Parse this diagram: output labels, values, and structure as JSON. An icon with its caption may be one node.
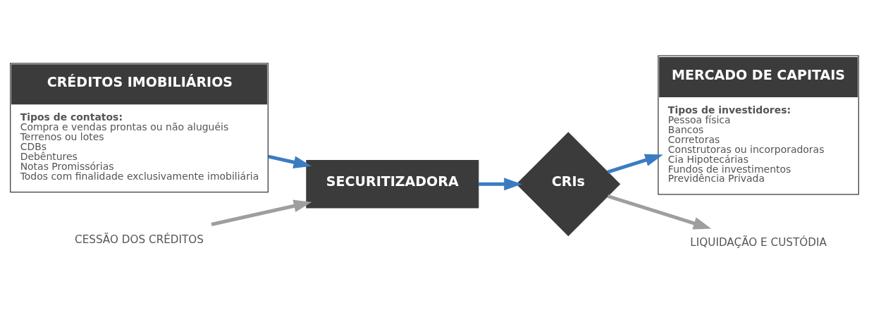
{
  "diagram": {
    "nodes": [
      {
        "text": [
          "CRÉDITOS IMOBILIÁRIOS",
          "Tipos de contatos:",
          "Compra e vendas prontas ou não aluguéis",
          "Terrenos ou lotes",
          "CDBs",
          "Debêntures",
          "Notas Promissórias",
          "Todos com finalidade exclusivamente imobiliária"
        ]
      },
      {
        "text": [
          "SECURITIZADORA"
        ]
      },
      {
        "text": [
          "CRIs"
        ]
      },
      {
        "text": [
          "MERCADO DE CAPITAIS",
          "Tipos de investidores:",
          "Pessoa física",
          "Bancos",
          "Corretoras",
          "Construtoras ou incorporadoras",
          "Cia Hipotecárias",
          "Fundos de investimentos",
          "Previdência Privada"
        ]
      },
      {
        "text": [
          "CESSÃO DOS CRÉDITOS"
        ]
      },
      {
        "text": [
          "LIQUIDAÇÃO E CUSTÓDIA"
        ]
      }
    ],
    "edges": [
      {
        "from": 0,
        "to": 1,
        "arrow": "to"
      },
      {
        "from": 1,
        "to": 2,
        "arrow": "to"
      },
      {
        "from": 2,
        "to": 3,
        "arrow": "to"
      },
      {
        "from": 4,
        "to": 1,
        "arrow": "to",
        "color": "#9e9e9e"
      },
      {
        "from": 2,
        "to": 5,
        "arrow": "to",
        "color": "#9e9e9e"
      }
    ]
  }
}
